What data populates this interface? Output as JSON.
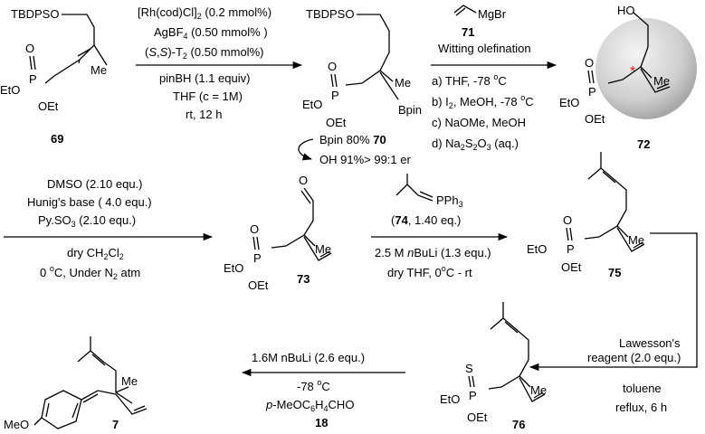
{
  "compounds": {
    "c69": {
      "id": "69",
      "protecting_group": "TBDPSO",
      "p_o": "O",
      "p": "P",
      "oet1": "EtO",
      "oet2": "OEt",
      "me": "Me"
    },
    "c70": {
      "id": "70",
      "protecting_group": "TBDPSO",
      "p_o": "O",
      "p": "P",
      "oet1": "EtO",
      "oet2": "OEt",
      "me": "Me",
      "bpin": "Bpin"
    },
    "c72": {
      "id": "72",
      "ho": "HO",
      "p_o": "O",
      "p": "P",
      "oet1": "EtO",
      "oet2": "OEt",
      "me": "Me",
      "stereo_mark": "*"
    },
    "c73": {
      "id": "73",
      "o": "O",
      "p_o": "O",
      "p": "P",
      "oet1": "EtO",
      "oet2": "OEt",
      "me": "Me"
    },
    "c75": {
      "id": "75",
      "p_o": "O",
      "p": "P",
      "oet1": "EtO",
      "oet2": "OEt",
      "me": "Me"
    },
    "c76": {
      "id": "76",
      "s": "S",
      "p": "P",
      "oet1": "EtO",
      "oet2": "OEt",
      "me": "Me"
    },
    "c7": {
      "id": "7",
      "meo": "MeO",
      "me": "Me"
    },
    "c71": {
      "id": "71",
      "mgbr": "MgBr"
    },
    "c74": {
      "id": "74",
      "pph3": "PPh",
      "pph3_sub": "3"
    }
  },
  "steps": {
    "step1": {
      "line1": "[Rh(cod)Cl]",
      "line1_sub": "2",
      "line1_tail": " (0.2 mmol%)",
      "line2": "AgBF",
      "line2_sub": "4",
      "line2_tail": " (0.50 mmol% )",
      "line3_pre": "(",
      "line3_s1": "S",
      "line3_mid": ",",
      "line3_s2": "S",
      "line3_tail": ")-T",
      "line3_sub": "2",
      "line3_end": " (0.50 mmol%)",
      "line4": "pinBH (1.1 equiv)",
      "line5": "THF (c = 1M)",
      "line6": "rt, 12 h"
    },
    "step1_note": {
      "line1_pre": "Bpin 80% ",
      "line1_bold": "70",
      "line2": "OH 91%> 99:1 er"
    },
    "step2": {
      "title": "Witting olefination",
      "a": "a) THF, -78 ",
      "a_sup": "o",
      "a_tail": "C",
      "b_pre": "b) I",
      "b_sub": "2",
      "b_mid": ", MeOH, -78 ",
      "b_sup": "o",
      "b_tail": "C",
      "c": "c) NaOMe, MeOH",
      "d_pre": "d) Na",
      "d_sub1": "2",
      "d_mid": "S",
      "d_sub2": "2",
      "d_mid2": "O",
      "d_sub3": "3",
      "d_tail": " (aq.)"
    },
    "step3": {
      "line1": "DMSO (2.10 equ.)",
      "line2": "Hunig's base ( 4.0 equ.)",
      "line3": "Py.SO",
      "line3_sub": "3",
      "line3_tail": " (2.10 equ.)",
      "line4": "dry CH",
      "line4_sub1": "2",
      "line4_mid": "Cl",
      "line4_sub2": "2",
      "line5_pre": "0 ",
      "line5_sup": "o",
      "line5_mid": "C, Under N",
      "line5_sub": "2",
      "line5_tail": " atm"
    },
    "step4": {
      "reagent_pre": "(",
      "reagent_bold": "74",
      "reagent_tail": ", 1.40 eq.)",
      "line2_pre": "2.5 M ",
      "line2_it": "n",
      "line2_tail": "BuLi (1.3 equ.)",
      "line3_pre": "dry THF, 0",
      "line3_sup": "o",
      "line3_tail": "C - rt"
    },
    "step5": {
      "line1": "Lawesson's",
      "line2": "reagent (2.0 equ.)",
      "line3": "toluene",
      "line4": "reflux, 6 h"
    },
    "step6": {
      "line1": "1.6M nBuLi (2.6 equ.)",
      "line2_pre": "-78 ",
      "line2_sup": "o",
      "line2_tail": "C",
      "line3_it": "p",
      "line3_mid": "-MeOC",
      "line3_sub1": "6",
      "line3_mid2": "H",
      "line3_sub2": "4",
      "line3_tail": "CHO",
      "line4": "18"
    }
  }
}
